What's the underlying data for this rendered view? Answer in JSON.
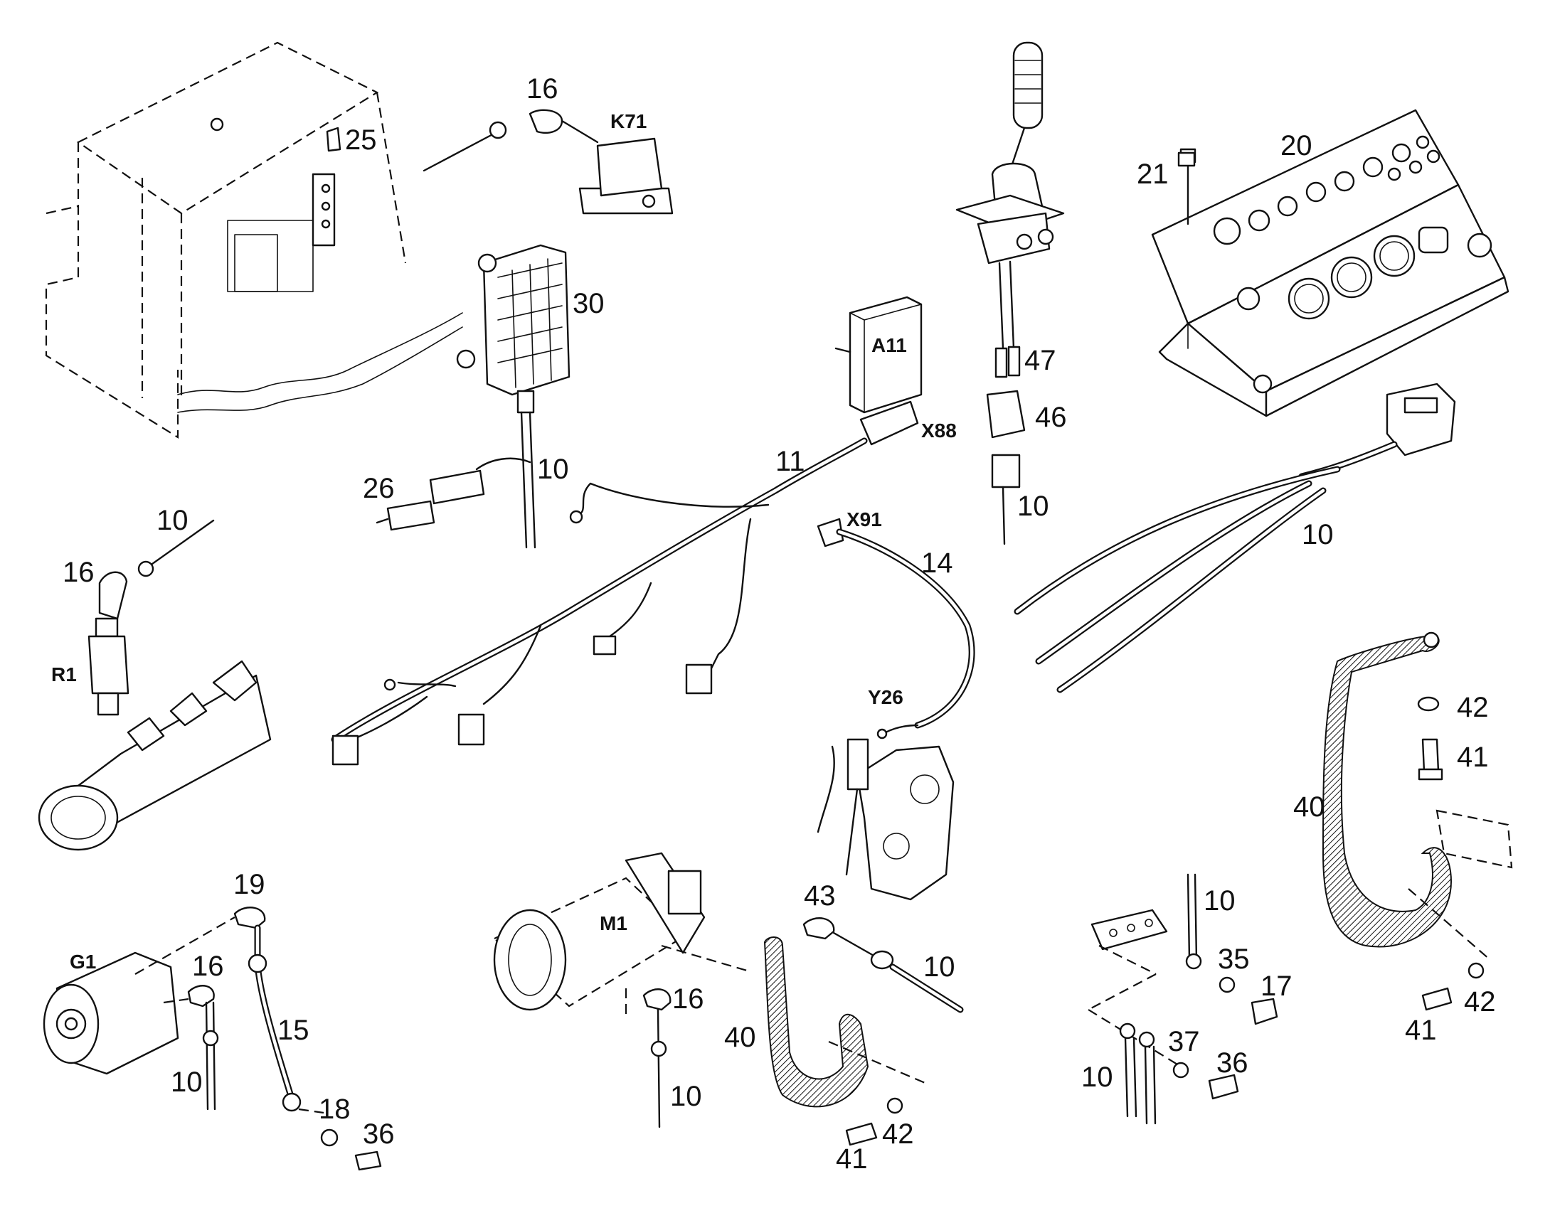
{
  "diagram": {
    "labels": {
      "k71": "K71",
      "a11": "A11",
      "x88": "X88",
      "x91": "X91",
      "y26": "Y26",
      "r1": "R1",
      "g1": "G1",
      "m1": "M1",
      "n16_top": "16",
      "n25": "25",
      "n30": "30",
      "n26": "26",
      "n10_relay": "10",
      "n11": "11",
      "n14": "14",
      "n47": "47",
      "n46": "46",
      "n10_joy": "10",
      "n21": "21",
      "n20": "20",
      "n10_panel": "10",
      "n10_sensor": "10",
      "n16_sensor": "16",
      "n42_right": "42",
      "n41_right": "41",
      "n40_right": "40",
      "n19": "19",
      "n16_alt": "16",
      "n15": "15",
      "n10_alt": "10",
      "n18": "18",
      "n36_alt": "36",
      "n43": "43",
      "n10_start": "10",
      "n16_start": "16",
      "n10_start2": "10",
      "n40_mid": "40",
      "n41_mid": "41",
      "n42_mid": "42",
      "n10_bat": "10",
      "n35": "35",
      "n17": "17",
      "n37": "37",
      "n36_bat": "36",
      "n10_bat2": "10",
      "n41_br": "41",
      "n42_br": "42"
    }
  }
}
